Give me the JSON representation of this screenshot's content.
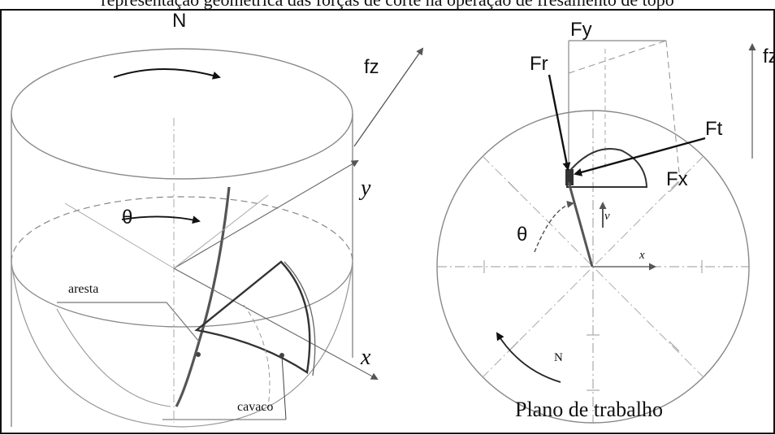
{
  "header": {
    "caption": "representação geométrica das forças de corte na operação de fresamento de topo"
  },
  "left_panel": {
    "rotation_label": "N",
    "feed_label": "fz",
    "angle_label": "θ",
    "y_axis_label": "y",
    "x_axis_label": "x",
    "edge_label": "aresta",
    "chip_label": "cavaco"
  },
  "right_panel": {
    "fy_label": "Fy",
    "fz_label": "fz",
    "fr_label": "Fr",
    "ft_label": "Ft",
    "fx_label": "Fx",
    "angle_label": "θ",
    "v_label": "v",
    "x_label": "x",
    "rotation_label": "N",
    "plane_label": "Plano de trabalho"
  }
}
